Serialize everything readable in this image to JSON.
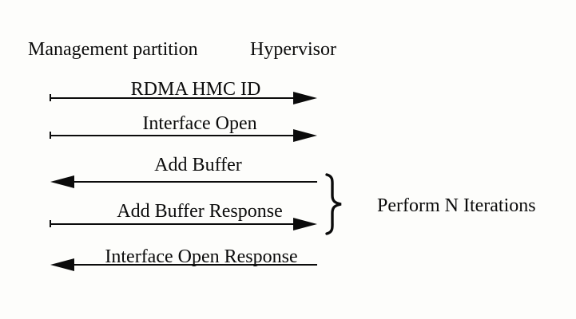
{
  "page": {
    "background": "#fdfdfb",
    "ink": "#0b0b0b"
  },
  "diagram": {
    "actors": [
      {
        "label": "Management partition"
      },
      {
        "label": "Hypervisor"
      }
    ],
    "messages": [
      {
        "label": "RDMA HMC ID",
        "direction": "right"
      },
      {
        "label": "Interface Open",
        "direction": "right"
      },
      {
        "label": "Add Buffer",
        "direction": "left"
      },
      {
        "label": "Add Buffer Response",
        "direction": "right"
      },
      {
        "label": "Interface Open Response",
        "direction": "left"
      }
    ],
    "annotation": {
      "brace_glyph": "}",
      "label": "Perform N Iterations"
    }
  }
}
